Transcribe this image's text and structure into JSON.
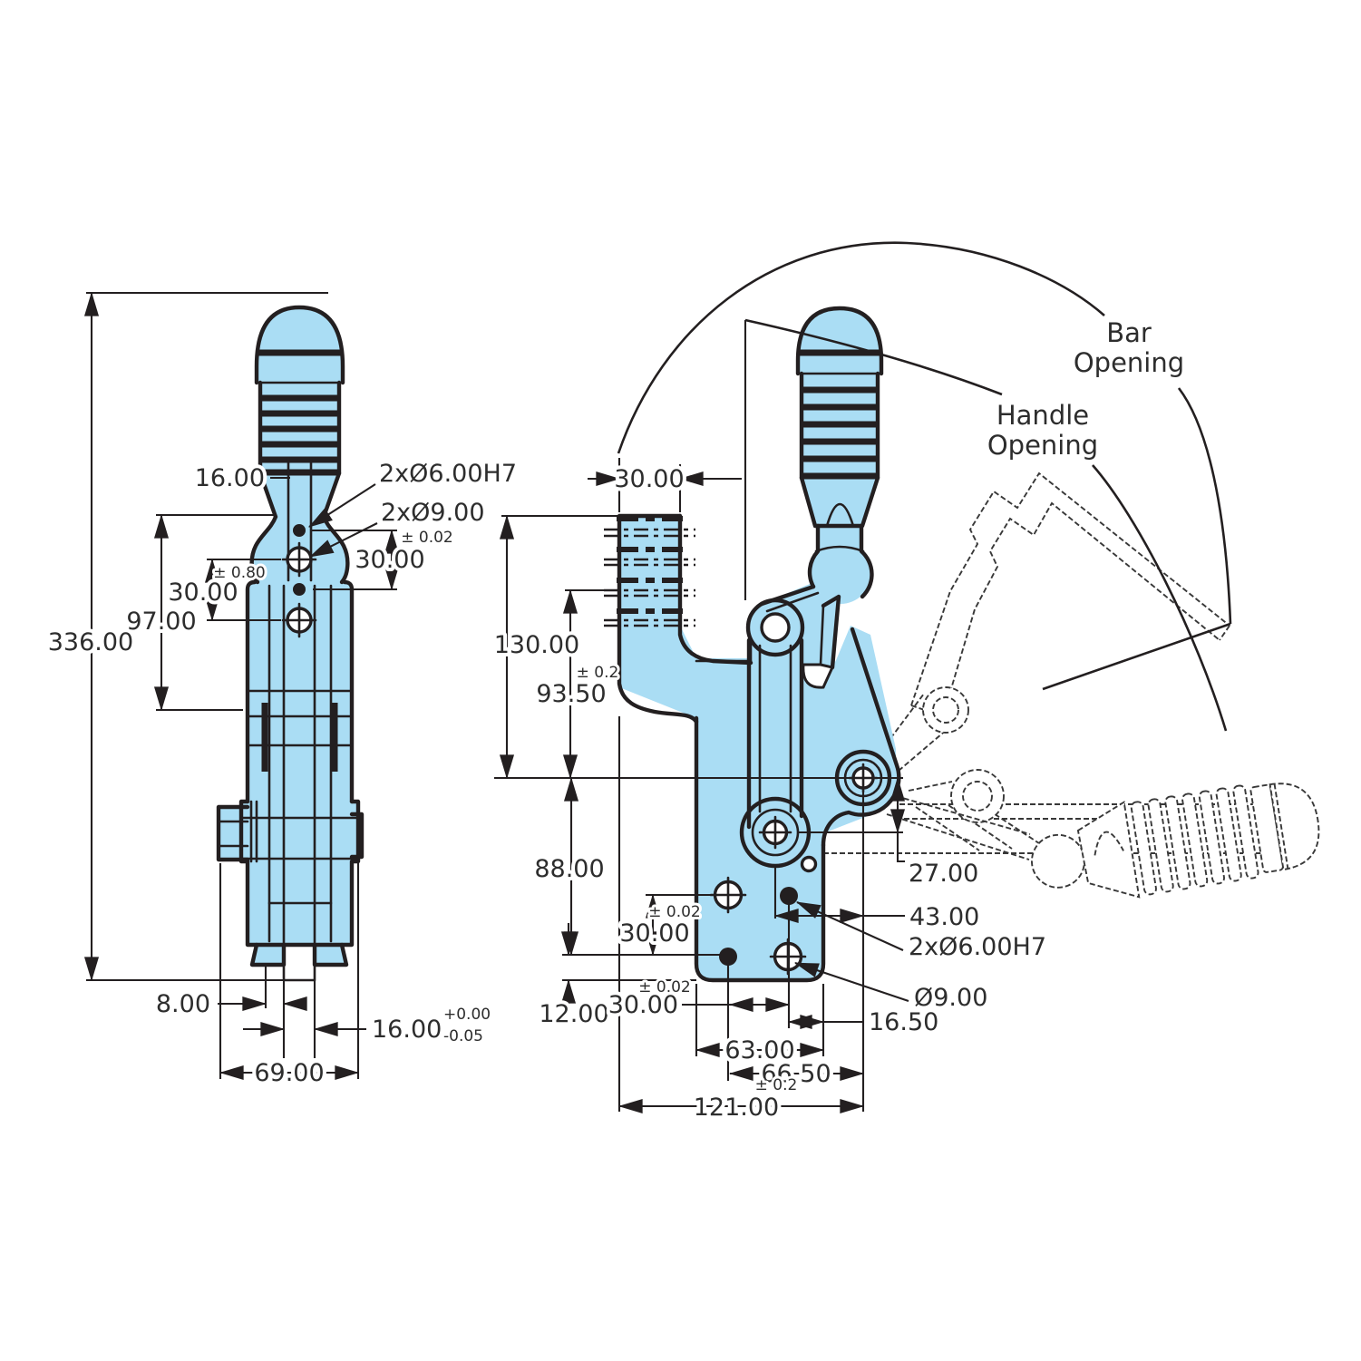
{
  "drawing": {
    "type": "engineering-drawing",
    "subject": "vertical toggle clamp, two orthographic views",
    "colors": {
      "part_fill": "#aaddf4",
      "line": "#231f20",
      "text": "#2d2d2d"
    },
    "left_view": {
      "dim_total_height": "336.00",
      "dim_mid_height": "97.00",
      "dim_hole_pitch_left": "30.00",
      "tol_hole_pitch_left": "± 0.80",
      "dim_shaft": "16.00",
      "note_dowel": "2xØ6.00H7",
      "note_bolt": "2xØ9.00",
      "dim_hole_pitch_right": "30.00",
      "tol_hole_pitch_right": "± 0.02",
      "dim_prong": "8.00",
      "dim_slot": "16.00",
      "tol_slot_plus": "+0.00",
      "tol_slot_minus": "-0.05",
      "dim_width": "69.00"
    },
    "right_view": {
      "label_bar_line1": "Bar",
      "label_bar_line2": "Opening",
      "label_handle_line1": "Handle",
      "label_handle_line2": "Opening",
      "dim_rail_width": "30.00",
      "dim_height_total": "130.00",
      "dim_height_serration": "93.50",
      "tol_height_serration": "± 0.2",
      "dim_pivot_to_holes": "88.00",
      "dim_hole_pitch_v": "30.00",
      "tol_hole_pitch_v": "± 0.02",
      "dim_base": "12.00",
      "dim_hole_pitch_h": "30.00",
      "tol_hole_pitch_h": "± 0.02",
      "dim_plate_width": "63.00",
      "dim_pivot_span": "66.50",
      "dim_width_total": "121.00",
      "tol_width_total": "± 0.2",
      "dim_pivot_v": "27.00",
      "dim_pivot_h": "43.00",
      "note_dowel": "2xØ6.00H7",
      "note_bolt": "Ø9.00",
      "dim_edge": "16.50"
    }
  }
}
